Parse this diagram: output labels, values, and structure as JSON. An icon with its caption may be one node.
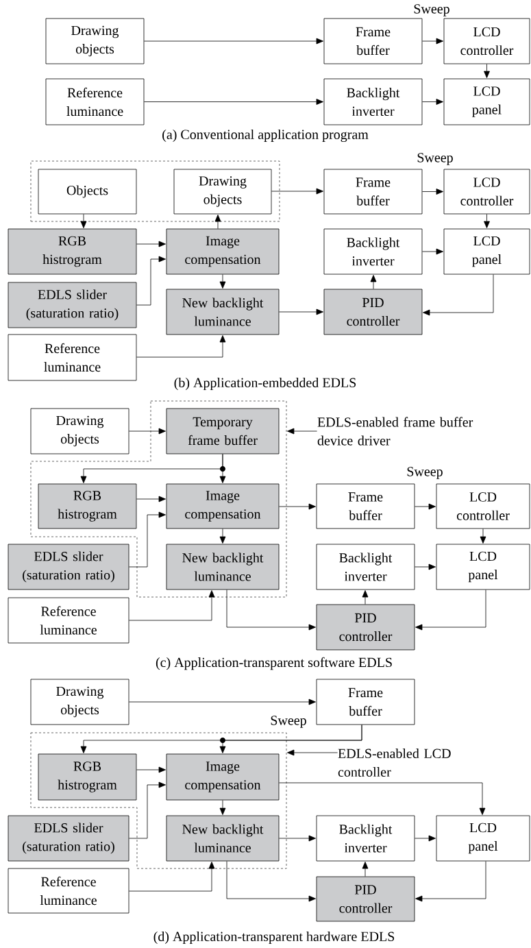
{
  "diagram": {
    "nodes": [
      {
        "text": [
          "Drawing objects"
        ]
      },
      {
        "text": [
          "Frame buffer"
        ]
      },
      {
        "text": [
          "LCD controller"
        ]
      },
      {
        "text": [
          "Reference luminance"
        ]
      },
      {
        "text": [
          "Backlight inverter"
        ]
      },
      {
        "text": [
          "LCD panel"
        ]
      },
      {
        "text": [],
        "shape": "box"
      },
      {
        "text": [
          "Objects"
        ],
        "in": 6
      },
      {
        "text": [
          "Drawing objects"
        ],
        "in": 6
      },
      {
        "text": [
          "Frame buffer"
        ]
      },
      {
        "text": [
          "LCD controller"
        ]
      },
      {
        "text": [
          "RGB histrogram"
        ]
      },
      {
        "text": [
          "Image compensation"
        ]
      },
      {
        "text": [
          "Backlight inverter"
        ]
      },
      {
        "text": [
          "LCD panel"
        ]
      },
      {
        "text": [
          "EDLS slider (saturation ratio)"
        ]
      },
      {
        "text": [
          "New backlight luminance"
        ]
      },
      {
        "text": [
          "PID controller"
        ]
      },
      {
        "text": [
          "Reference luminance"
        ]
      },
      {
        "text": [
          "Drawing objects"
        ]
      },
      {
        "text": [],
        "shape": "box"
      },
      {
        "text": [
          "Temporary frame buffer"
        ],
        "in": 20
      },
      {
        "text": [
          "EDLS-enabled frame buffer device driver"
        ]
      },
      {
        "text": [
          "RGB histrogram"
        ],
        "in": 20
      },
      {
        "text": [
          "Image compensation"
        ],
        "in": 20
      },
      {
        "text": [
          "Frame buffer"
        ]
      },
      {
        "text": [
          "LCD controller"
        ]
      },
      {
        "text": [
          "EDLS slider (saturation ratio)"
        ]
      },
      {
        "text": [
          "New backlight luminance"
        ],
        "in": 20
      },
      {
        "text": [
          "Backlight inverter"
        ]
      },
      {
        "text": [
          "LCD panel"
        ]
      },
      {
        "text": [
          "Reference luminance"
        ]
      },
      {
        "text": [
          "PID controller"
        ]
      },
      {
        "text": [
          "Drawing objects"
        ]
      },
      {
        "text": [
          "Frame buffer"
        ]
      },
      {
        "text": [],
        "shape": "box"
      },
      {
        "text": [
          "RGB histrogram"
        ],
        "in": 35
      },
      {
        "text": [
          "Image compensation"
        ],
        "in": 35
      },
      {
        "text": [
          "EDLS-enabled LCD controller"
        ]
      },
      {
        "text": [
          "EDLS slider (saturation ratio)"
        ]
      },
      {
        "text": [
          "New backlight luminance"
        ],
        "in": 35
      },
      {
        "text": [
          "Backlight inverter"
        ]
      },
      {
        "text": [
          "LCD panel"
        ]
      },
      {
        "text": [
          "Reference luminance"
        ]
      },
      {
        "text": [
          "PID controller"
        ]
      }
    ],
    "edges": [
      {
        "from": 0,
        "to": 1,
        "arrow": "to"
      },
      {
        "from": 1,
        "to": 2,
        "arrow": "to"
      },
      {
        "from": 2,
        "to": 5,
        "arrow": "to"
      },
      {
        "from": 3,
        "to": 4,
        "arrow": "to"
      },
      {
        "from": 4,
        "to": 5,
        "arrow": "to"
      },
      {
        "from": 7,
        "to": 11,
        "arrow": "to"
      },
      {
        "from": 12,
        "to": 8,
        "arrow": "to"
      },
      {
        "from": 8,
        "to": 9,
        "arrow": "to"
      },
      {
        "from": 9,
        "to": 10,
        "arrow": "to"
      },
      {
        "from": 10,
        "to": 14,
        "arrow": "to"
      },
      {
        "from": 11,
        "to": 12,
        "arrow": "to"
      },
      {
        "from": 15,
        "to": 12,
        "arrow": "to"
      },
      {
        "from": 12,
        "to": 16,
        "arrow": "to"
      },
      {
        "from": 16,
        "to": 17,
        "arrow": "to"
      },
      {
        "from": 17,
        "to": 13,
        "arrow": "to"
      },
      {
        "from": 13,
        "to": 14,
        "arrow": "to"
      },
      {
        "from": 14,
        "to": 17,
        "arrow": "to"
      },
      {
        "from": 18,
        "to": 16,
        "arrow": "to"
      },
      {
        "from": 19,
        "to": 21,
        "arrow": "to"
      },
      {
        "from": 21,
        "to": 24,
        "arrow": "to"
      },
      {
        "from": 21,
        "to": 23,
        "arrow": "to"
      },
      {
        "from": 22,
        "to": 20,
        "arrow": "to"
      },
      {
        "from": 23,
        "to": 24,
        "arrow": "to"
      },
      {
        "from": 27,
        "to": 24,
        "arrow": "to"
      },
      {
        "from": 24,
        "to": 25,
        "arrow": "to"
      },
      {
        "from": 25,
        "to": 26,
        "arrow": "to"
      },
      {
        "from": 26,
        "to": 30,
        "arrow": "to"
      },
      {
        "from": 24,
        "to": 28,
        "arrow": "to"
      },
      {
        "from": 28,
        "to": 32,
        "arrow": "to"
      },
      {
        "from": 31,
        "to": 28,
        "arrow": "to"
      },
      {
        "from": 32,
        "to": 29,
        "arrow": "to"
      },
      {
        "from": 29,
        "to": 30,
        "arrow": "to"
      },
      {
        "from": 30,
        "to": 32,
        "arrow": "to"
      },
      {
        "from": 33,
        "to": 34,
        "arrow": "to"
      },
      {
        "from": 34,
        "to": 37,
        "arrow": "to"
      },
      {
        "from": 34,
        "to": 36,
        "arrow": "to"
      },
      {
        "from": 38,
        "to": 35,
        "arrow": "to"
      },
      {
        "from": 36,
        "to": 37,
        "arrow": "to"
      },
      {
        "from": 39,
        "to": 37,
        "arrow": "to"
      },
      {
        "from": 37,
        "to": 42,
        "arrow": "to"
      },
      {
        "from": 37,
        "to": 40,
        "arrow": "to"
      },
      {
        "from": 40,
        "to": 41,
        "arrow": "to"
      },
      {
        "from": 41,
        "to": 42,
        "arrow": "to"
      },
      {
        "from": 44,
        "to": 41,
        "arrow": "to"
      },
      {
        "from": 42,
        "to": 44,
        "arrow": "to"
      },
      {
        "from": 40,
        "to": 44,
        "arrow": "to"
      },
      {
        "from": 43,
        "to": 40,
        "arrow": "to"
      }
    ],
    "labels": [
      "Sweep",
      "(a) Conventional application program",
      "Sweep",
      "(b) Application-embedded EDLS",
      "Sweep",
      "(c) Application-transparent software EDLS",
      "Sweep",
      "(d) Application-transparent hardware EDLS"
    ]
  }
}
